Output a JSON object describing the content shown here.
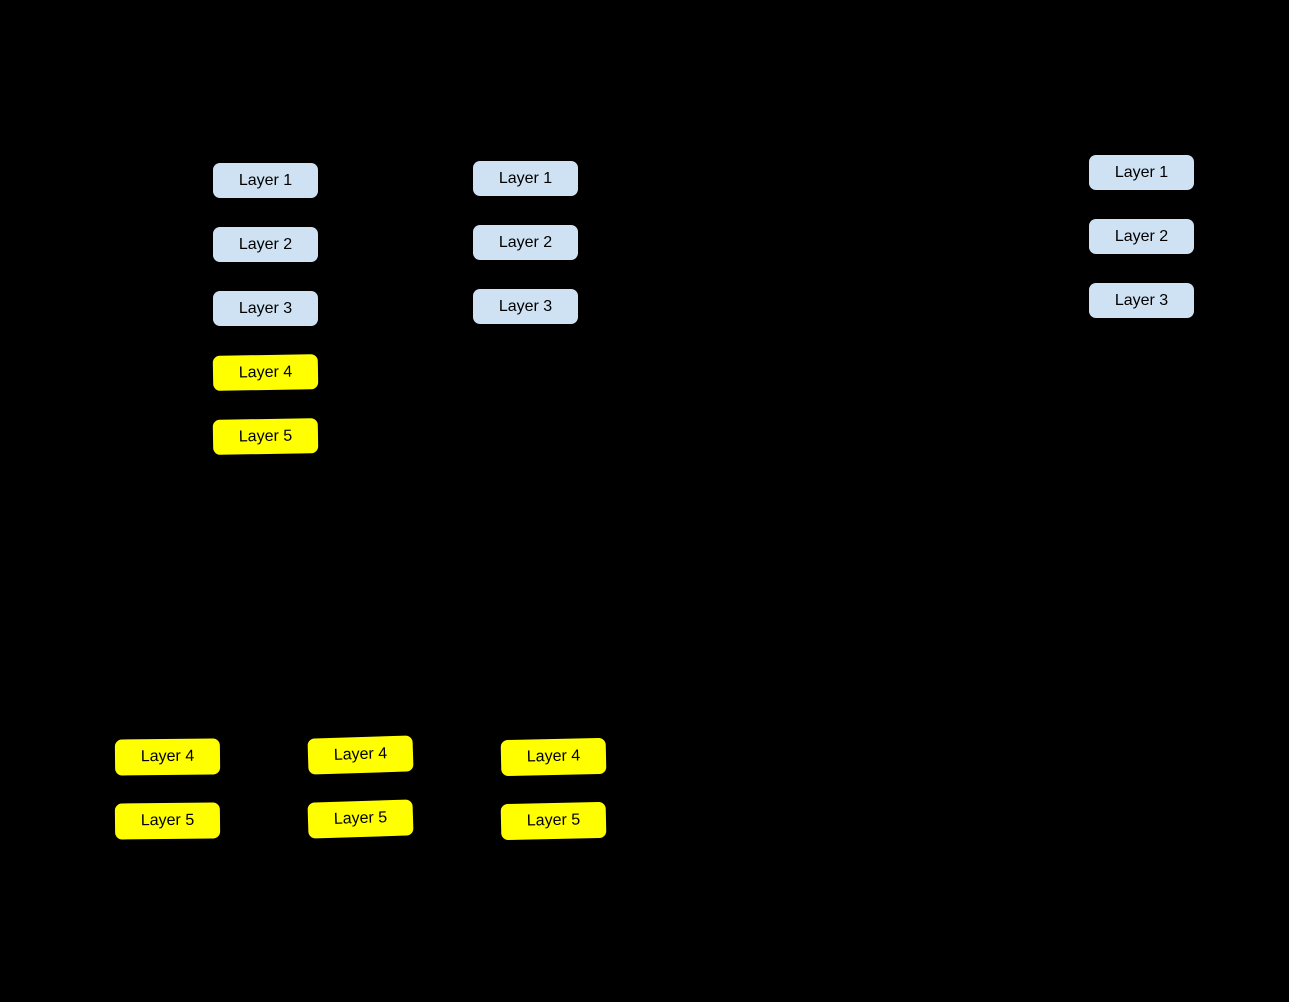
{
  "diagram": {
    "description": "Layer placement diagram on black background: three stacks of blue boxes (Layer 1-3), one stack also holding yellow Layer 4-5, and three detached yellow pairs (Layer 4-5) below",
    "colors": {
      "background": "#000000",
      "upper_layer_fill": "#cfe2f3",
      "lower_layer_fill": "#ffff00",
      "label_text": "#000000"
    },
    "groups": [
      {
        "name": "top-left-stack",
        "layers": [
          "Layer 1",
          "Layer 2",
          "Layer 3",
          "Layer 4",
          "Layer 5"
        ]
      },
      {
        "name": "top-middle-stack",
        "layers": [
          "Layer 1",
          "Layer 2",
          "Layer 3"
        ]
      },
      {
        "name": "top-right-stack",
        "layers": [
          "Layer 1",
          "Layer 2",
          "Layer 3"
        ]
      },
      {
        "name": "bottom-left-pair",
        "layers": [
          "Layer 4",
          "Layer 5"
        ]
      },
      {
        "name": "bottom-middle-pair",
        "layers": [
          "Layer 4",
          "Layer 5"
        ]
      },
      {
        "name": "bottom-right-pair",
        "layers": [
          "Layer 4",
          "Layer 5"
        ]
      }
    ]
  }
}
